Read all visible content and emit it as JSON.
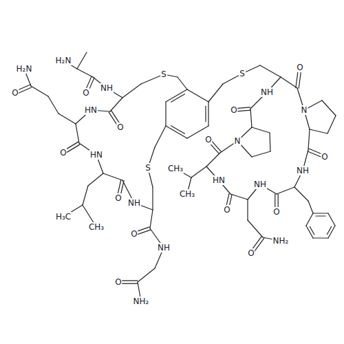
{
  "diagram": {
    "labels": [
      "H₂N",
      "H₂N",
      "S",
      "S",
      "O",
      "O",
      "NH",
      "NH",
      "O",
      "O",
      "HN",
      "N",
      "O",
      "O",
      "N",
      "O",
      "HN",
      "O",
      "S",
      "CH₃",
      "NH",
      "HN",
      "NH",
      "CH₃",
      "O",
      "NH",
      "O",
      "O",
      "H₃C",
      "CH₃",
      "O",
      "NH",
      "O",
      "NH₂",
      "O",
      "NH₂"
    ]
  }
}
